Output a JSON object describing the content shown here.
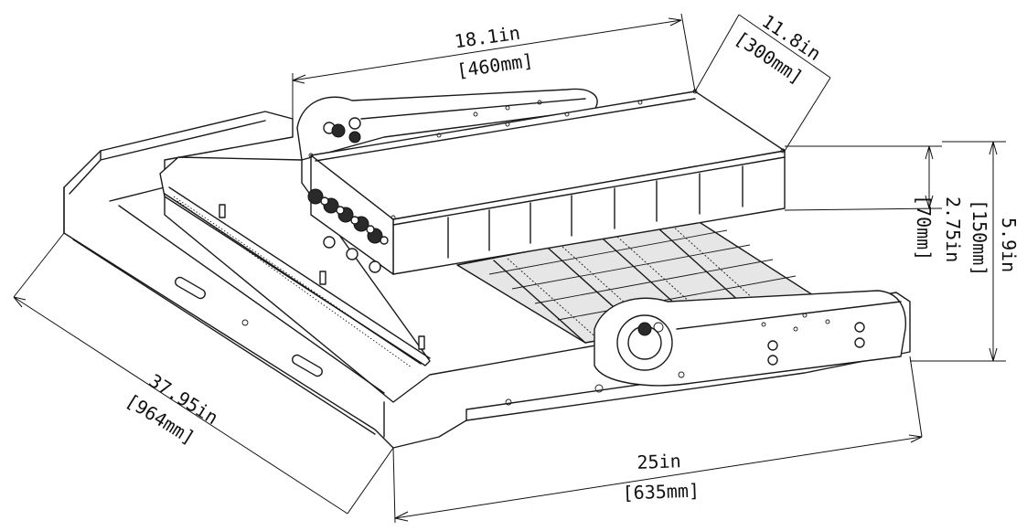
{
  "dimensions": {
    "width_top": {
      "imperial": "18.1in",
      "metric": "[460mm]"
    },
    "depth_top": {
      "imperial": "11.8in",
      "metric": "[300mm]"
    },
    "height_driver": {
      "imperial": "2.75in",
      "metric": "[70mm]"
    },
    "height_total": {
      "imperial": "5.9in",
      "metric": "[150mm]"
    },
    "length_side": {
      "imperial": "37.95in",
      "metric": "[964mm]"
    },
    "width_front": {
      "imperial": "25in",
      "metric": "[635mm]"
    }
  },
  "colors": {
    "line": "#1a1a1a",
    "background": "#ffffff",
    "shade": "#e6e6e6"
  }
}
